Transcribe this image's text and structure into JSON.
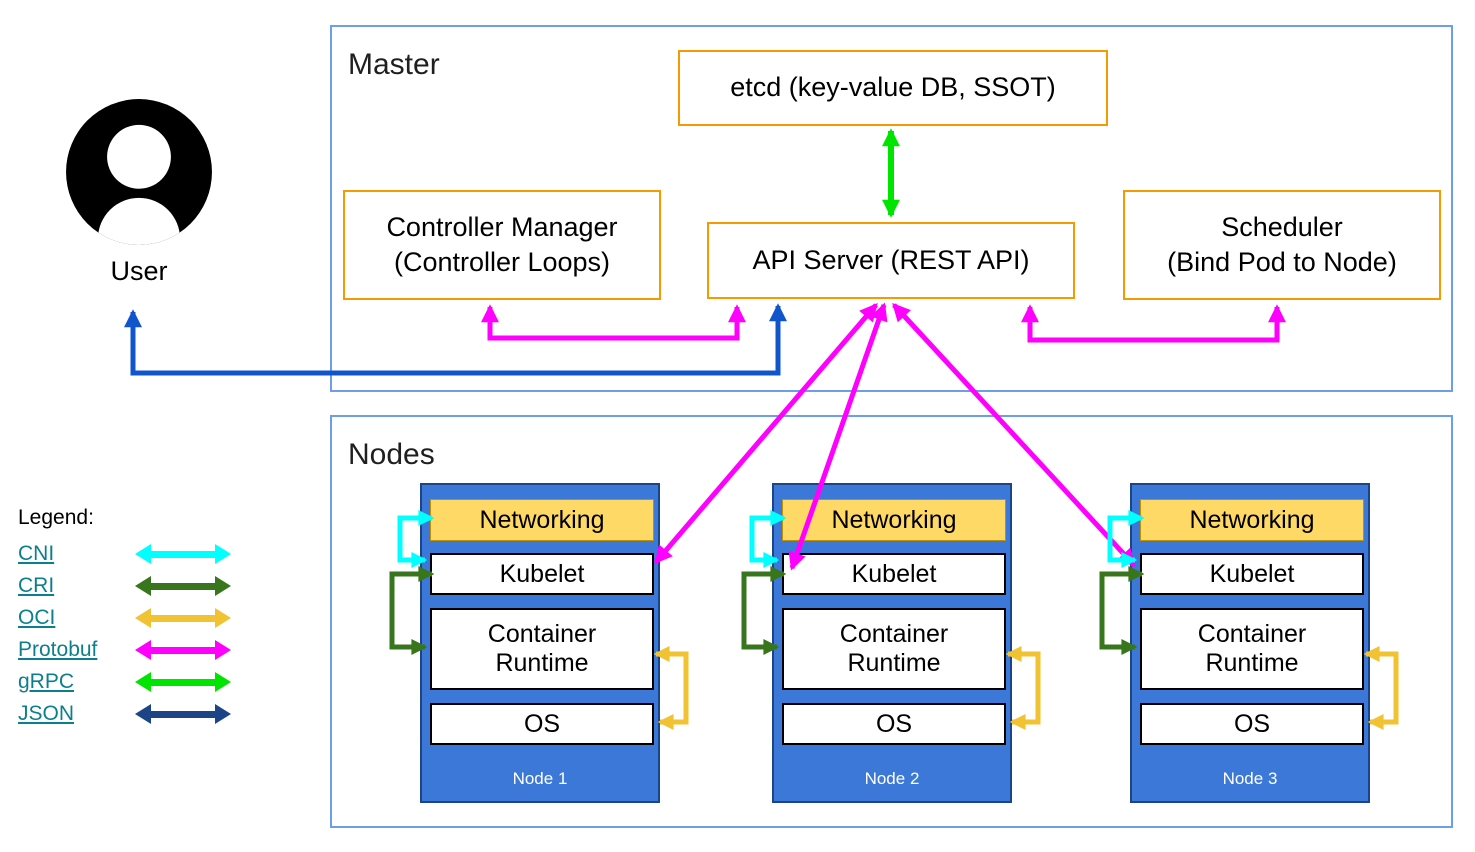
{
  "master": {
    "title": "Master",
    "etcd_label": "etcd (key-value DB, SSOT)",
    "controller_manager": {
      "line1": "Controller Manager",
      "line2": "(Controller Loops)"
    },
    "api_server_label": "API Server (REST API)",
    "scheduler": {
      "line1": "Scheduler",
      "line2": "(Bind Pod to Node)"
    }
  },
  "user": {
    "label": "User"
  },
  "nodes": {
    "title": "Nodes",
    "layers": {
      "networking": "Networking",
      "kubelet": "Kubelet",
      "container_runtime": "Container Runtime",
      "os": "OS"
    },
    "items": [
      {
        "name": "Node 1"
      },
      {
        "name": "Node 2"
      },
      {
        "name": "Node 3"
      }
    ]
  },
  "legend": {
    "title": "Legend:",
    "link_color": "#0d7f8c",
    "entries": [
      {
        "label": "CNI",
        "color": "#00ffff"
      },
      {
        "label": "CRI",
        "color": "#38761d"
      },
      {
        "label": "OCI",
        "color": "#f1c232"
      },
      {
        "label": "Protobuf",
        "color": "#ff00ff"
      },
      {
        "label": "gRPC",
        "color": "#00e500"
      },
      {
        "label": "JSON",
        "color": "#1c4587"
      }
    ]
  },
  "colors": {
    "component_border_orange": "#f59a00",
    "container_border_blue": "#6d9eeb",
    "node_fill_blue": "#3c78d8",
    "node_border_blue": "#1c4587",
    "networking_fill": "#ffd966",
    "user_json_arrow_blue": "#1155cc",
    "protobuf_magenta": "#ff00ff",
    "grpc_green": "#00e500",
    "cni_cyan": "#00ffff",
    "cri_dark_green": "#38761d",
    "oci_yellow": "#f1c232"
  }
}
